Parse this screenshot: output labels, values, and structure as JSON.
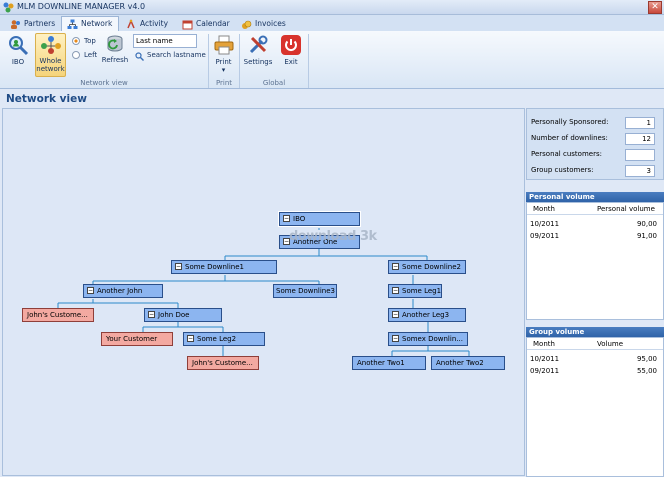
{
  "window": {
    "title": "MLM DOWNLINE MANAGER v4.0",
    "close_glyph": "✕"
  },
  "tabs": [
    {
      "label": "Partners",
      "icon": "partners-icon",
      "active": false
    },
    {
      "label": "Network",
      "icon": "network-icon",
      "active": true
    },
    {
      "label": "Activity",
      "icon": "activity-icon",
      "active": false
    },
    {
      "label": "Calendar",
      "icon": "calendar-icon",
      "active": false
    },
    {
      "label": "Invoices",
      "icon": "invoices-icon",
      "active": false
    }
  ],
  "ribbon": {
    "ibo_label": "IBO",
    "whole_label_1": "Whole",
    "whole_label_2": "network",
    "top_label": "Top",
    "left_label": "Left",
    "refresh_label": "Refresh",
    "lastname_value": "Last name",
    "search_label": "Search lastname",
    "group_network_view": "Network view",
    "print_label": "Print",
    "print_dropdown": "▾",
    "group_print": "Print",
    "settings_label": "Settings",
    "exit_label": "Exit",
    "group_global": "Global"
  },
  "view_title": "Network view",
  "watermark": "download 3k",
  "tree": {
    "collapse_glyph": "−",
    "nodes": {
      "ibo": "IBO",
      "another_one": "Another One",
      "some_downline1": "Some Downline1",
      "some_downline2": "Some Downline2",
      "another_john": "Another John",
      "some_downline3": "Some Downline3",
      "some_leg1": "Some Leg1",
      "johns_customer_1": "John's Custome...",
      "john_doe": "John Doe",
      "another_leg3": "Another Leg3",
      "your_customer": "Your Customer",
      "some_leg2": "Some Leg2",
      "somex_downline": "Somex Downlin...",
      "johns_customer_2": "John's Custome...",
      "another_two1": "Another Two1",
      "another_two2": "Another Two2"
    }
  },
  "stats": {
    "personally_sponsored_label": "Personally Sponsored:",
    "personally_sponsored": "1",
    "downlines_label": "Number of downlines:",
    "downlines": "12",
    "personal_customers_label": "Personal customers:",
    "personal_customers": "",
    "group_customers_label": "Group customers:",
    "group_customers": "3"
  },
  "personal_volume": {
    "title": "Personal volume",
    "col_month": "Month",
    "col_value": "Personal volume",
    "rows": [
      {
        "month": "10/2011",
        "value": "90,00"
      },
      {
        "month": "09/2011",
        "value": "91,00"
      }
    ]
  },
  "group_volume": {
    "title": "Group volume",
    "col_month": "Month",
    "col_value": "Volume",
    "rows": [
      {
        "month": "10/2011",
        "value": "95,00"
      },
      {
        "month": "09/2011",
        "value": "55,00"
      }
    ]
  },
  "colors": {
    "accent": "#1f4b86",
    "node": "#8cb5f0",
    "customer_node": "#f3a9a1",
    "edge": "#2c8ac9"
  }
}
